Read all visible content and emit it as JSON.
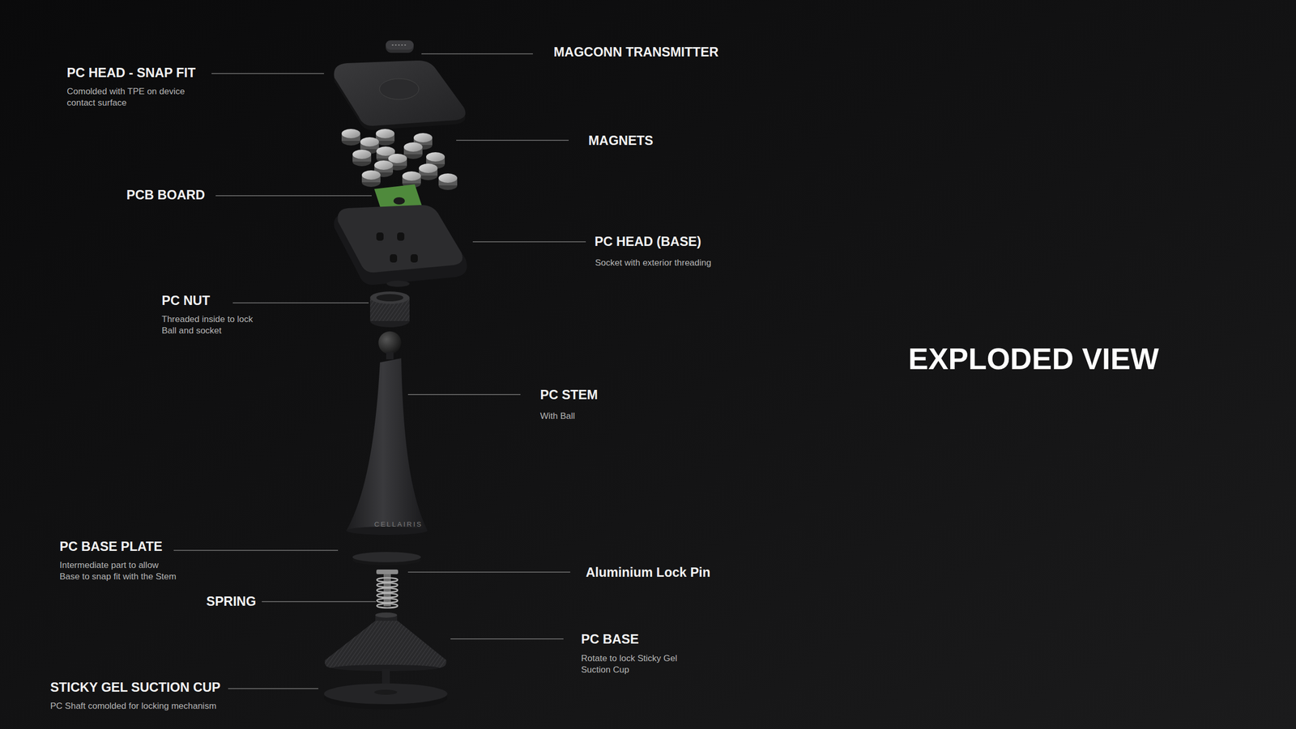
{
  "diagram": {
    "title": "EXPLODED VIEW",
    "labels": [
      "MAGCONN TRANSMITTER",
      "PC HEAD - SNAP FIT",
      "Comolded with TPE on device contact surface",
      "MAGNETS",
      "PCB BOARD",
      "PC HEAD (BASE)",
      "Socket with exterior threading",
      "PC NUT",
      "Threaded inside to lock Ball and socket",
      "PC STEM",
      "With Ball",
      "CELLAIRIS",
      "PC BASE PLATE",
      "Intermediate part to allow Base to snap fit with the Stem",
      "Aluminium Lock Pin",
      "SPRING",
      "PC BASE",
      "Rotate to lock Sticky Gel Suction Cup",
      "STICKY GEL SUCTION CUP",
      "PC Shaft comolded for locking mechanism"
    ]
  }
}
